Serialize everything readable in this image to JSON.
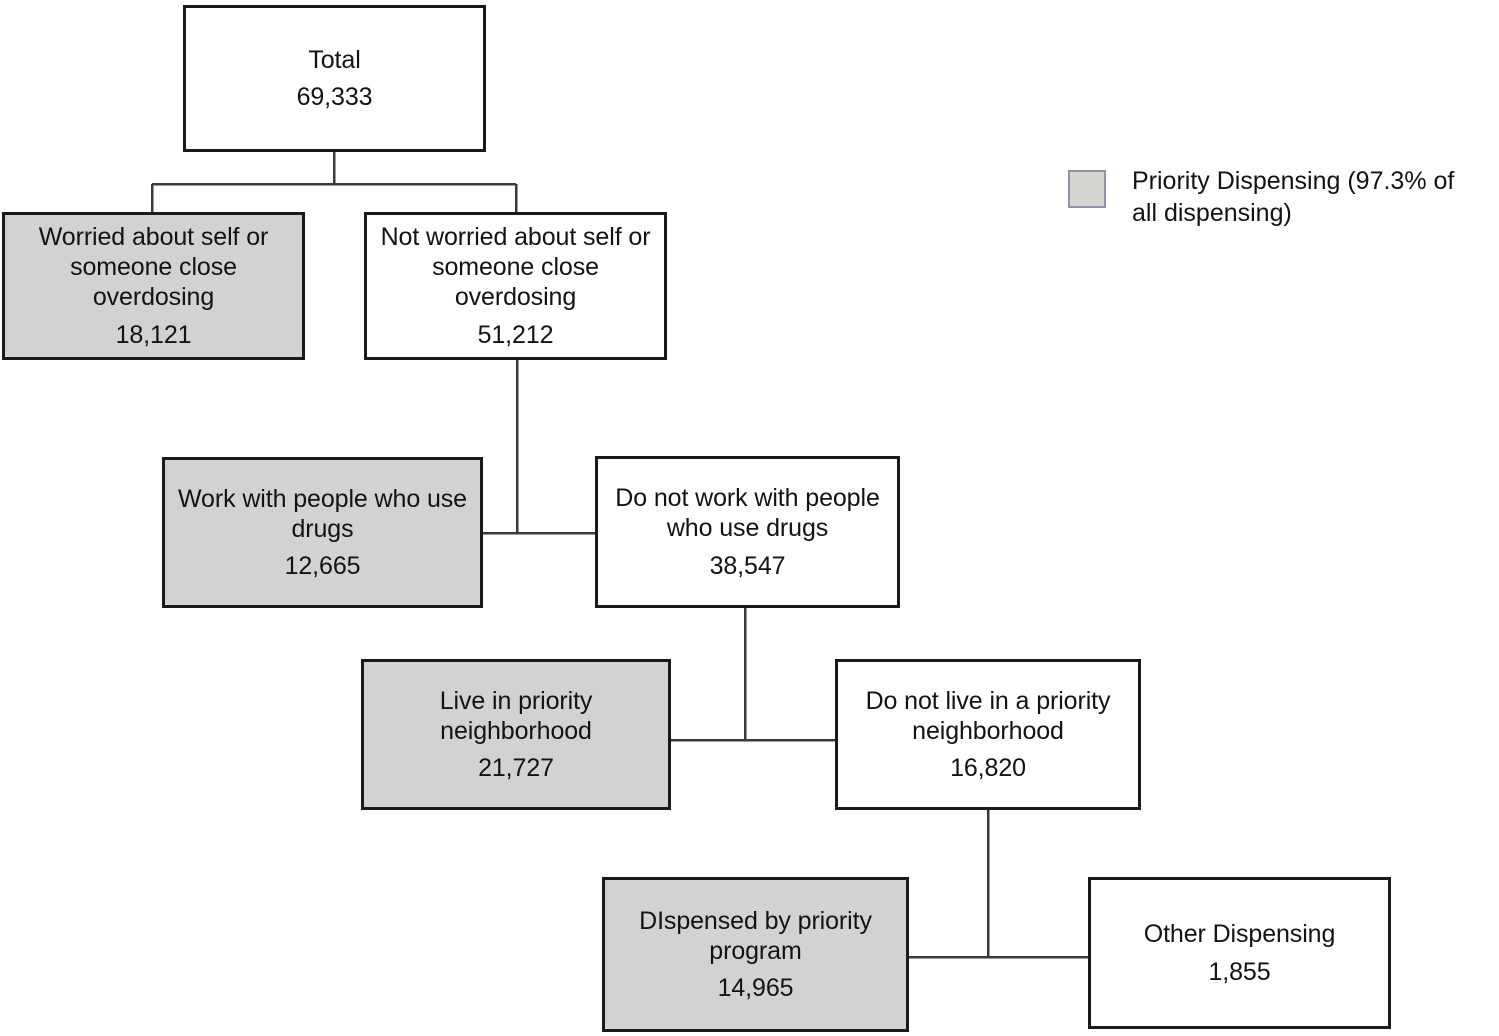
{
  "figure": {
    "type": "flowchart",
    "orientation": "top-down",
    "background": "#ffffff",
    "box_border_color": "#1a1a1a",
    "shaded_fill": "#d2d2d2",
    "plain_fill": "#ffffff",
    "connector_color": "#3a3a3a"
  },
  "legend": {
    "swatch_fill": "#d6d6d2",
    "swatch_border": "#8c94a8",
    "text": "Priority Dispensing (97.3% of all dispensing)"
  },
  "nodes": {
    "total": {
      "label": "Total",
      "value": "69,333",
      "shaded": false
    },
    "worried": {
      "label": "Worried about self or someone close overdosing",
      "value": "18,121",
      "shaded": true
    },
    "not_worried": {
      "label": "Not worried about self or someone close overdosing",
      "value": "51,212",
      "shaded": false
    },
    "work_pwud": {
      "label": "Work with people who use drugs",
      "value": "12,665",
      "shaded": true
    },
    "no_work_pwud": {
      "label": "Do not work with people who use drugs",
      "value": "38,547",
      "shaded": false
    },
    "live_priority": {
      "label": "Live in priority neighborhood",
      "value": "21,727",
      "shaded": true
    },
    "no_live_priority": {
      "label": "Do not live in a priority neighborhood",
      "value": "16,820",
      "shaded": false
    },
    "dispensed_priority": {
      "label": "DIspensed by priority program",
      "value": "14,965",
      "shaded": true
    },
    "other_dispensing": {
      "label": "Other Dispensing",
      "value": "1,855",
      "shaded": false
    }
  },
  "flow": [
    {
      "from": "total",
      "to": "worried"
    },
    {
      "from": "total",
      "to": "not_worried"
    },
    {
      "from": "not_worried",
      "to": "work_pwud"
    },
    {
      "from": "not_worried",
      "to": "no_work_pwud"
    },
    {
      "from": "no_work_pwud",
      "to": "live_priority"
    },
    {
      "from": "no_work_pwud",
      "to": "no_live_priority"
    },
    {
      "from": "no_live_priority",
      "to": "dispensed_priority"
    },
    {
      "from": "no_live_priority",
      "to": "other_dispensing"
    }
  ]
}
